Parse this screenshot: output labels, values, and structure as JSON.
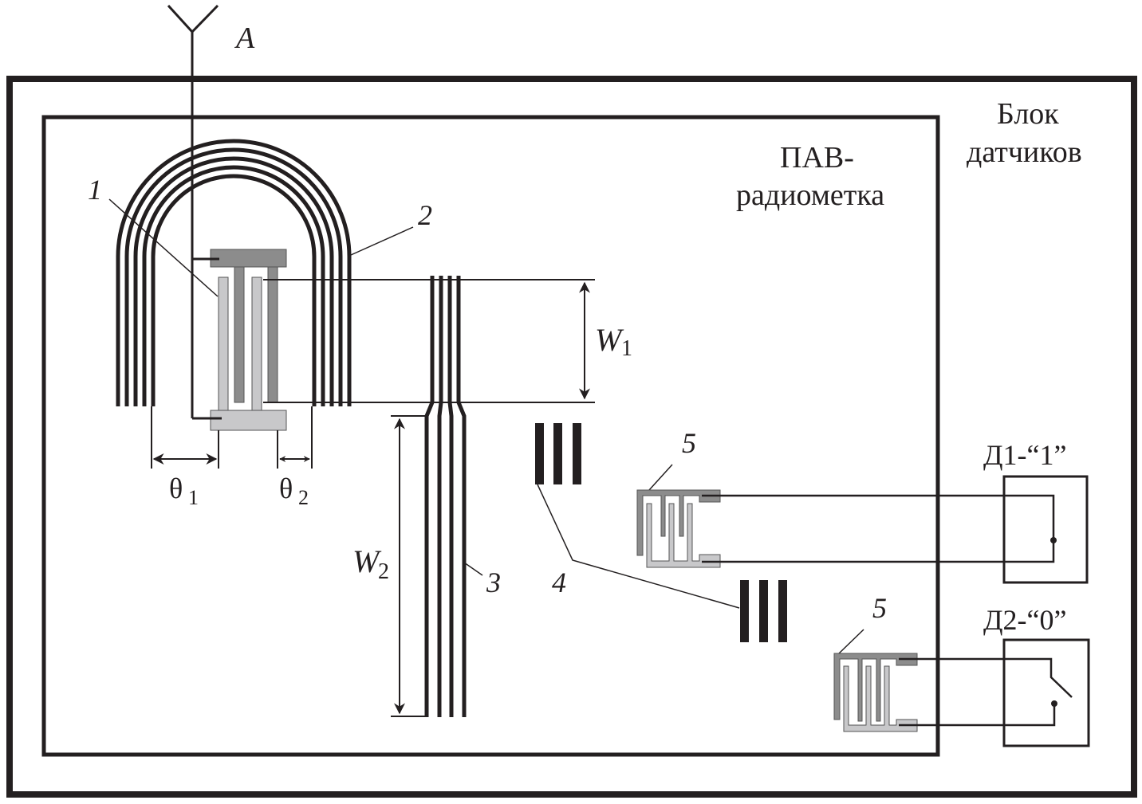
{
  "labels": {
    "antenna": "A",
    "tag_title_1": "ПАВ-",
    "tag_title_2": "радиометка",
    "block_title_1": "Блок",
    "block_title_2": "датчиков",
    "n1": "1",
    "n2": "2",
    "n3": "3",
    "n4": "4",
    "n5a": "5",
    "n5b": "5",
    "w1": "W",
    "w1_sub": "1",
    "w2": "W",
    "w2_sub": "2",
    "theta1": "θ",
    "theta1_sub": "1",
    "theta2": "θ",
    "theta2_sub": "2",
    "d1": "Д1-“1”",
    "d2": "Д2-“0”"
  },
  "colors": {
    "ink": "#231f20",
    "electrode_dark": "#8c8c8c",
    "electrode_light": "#c8c8ca"
  },
  "icons": {
    "antenna": "antenna-icon",
    "switch_closed": "switch-closed-icon",
    "switch_open": "switch-open-icon"
  }
}
